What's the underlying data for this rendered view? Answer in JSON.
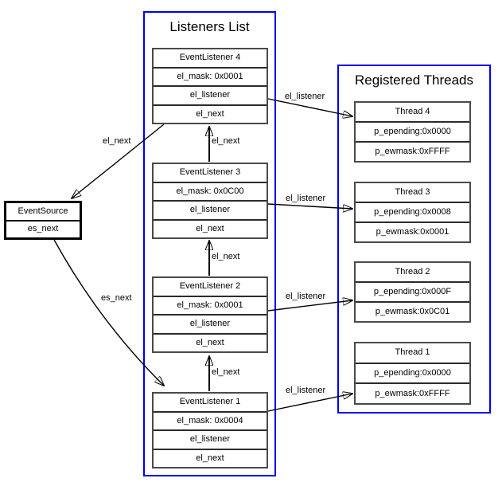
{
  "diagram": {
    "listeners_list": {
      "title": "Listeners List",
      "nodes": [
        {
          "title": "EventListener 4",
          "fields": [
            "el_mask: 0x0001",
            "el_listener",
            "el_next"
          ]
        },
        {
          "title": "EventListener 3",
          "fields": [
            "el_mask: 0x0C00",
            "el_listener",
            "el_next"
          ]
        },
        {
          "title": "EventListener 2",
          "fields": [
            "el_mask: 0x0001",
            "el_listener",
            "el_next"
          ]
        },
        {
          "title": "EventListener 1",
          "fields": [
            "el_mask: 0x0004",
            "el_listener",
            "el_next"
          ]
        }
      ]
    },
    "registered_threads": {
      "title": "Registered Threads",
      "nodes": [
        {
          "title": "Thread 4",
          "fields": [
            "p_epending:0x0000",
            "p_ewmask:0xFFFF"
          ]
        },
        {
          "title": "Thread 3",
          "fields": [
            "p_epending:0x0008",
            "p_ewmask:0x0001"
          ]
        },
        {
          "title": "Thread 2",
          "fields": [
            "p_epending:0x000F",
            "p_ewmask:0x0C01"
          ]
        },
        {
          "title": "Thread 1",
          "fields": [
            "p_epending:0x0000",
            "p_ewmask:0xFFFF"
          ]
        }
      ]
    },
    "event_source": {
      "title": "EventSource",
      "fields": [
        "es_next"
      ]
    },
    "edges": [
      {
        "from": "EventListener 4",
        "to": "EventSource",
        "label": "el_next"
      },
      {
        "from": "EventListener 3",
        "to": "EventListener 4",
        "label": "el_next"
      },
      {
        "from": "EventListener 2",
        "to": "EventListener 3",
        "label": "el_next"
      },
      {
        "from": "EventListener 1",
        "to": "EventListener 2",
        "label": "el_next"
      },
      {
        "from": "EventSource",
        "to": "EventListener 1",
        "label": "es_next"
      },
      {
        "from": "EventListener 4",
        "to": "Thread 4",
        "label": "el_listener"
      },
      {
        "from": "EventListener 3",
        "to": "Thread 3",
        "label": "el_listener"
      },
      {
        "from": "EventListener 2",
        "to": "Thread 2",
        "label": "el_listener"
      },
      {
        "from": "EventListener 1",
        "to": "Thread 1",
        "label": "el_listener"
      }
    ],
    "colors": {
      "container-border": "#0000ee",
      "box-border": "#4a4a4a",
      "separator": "#2b2b2b",
      "line": "#000000"
    }
  }
}
